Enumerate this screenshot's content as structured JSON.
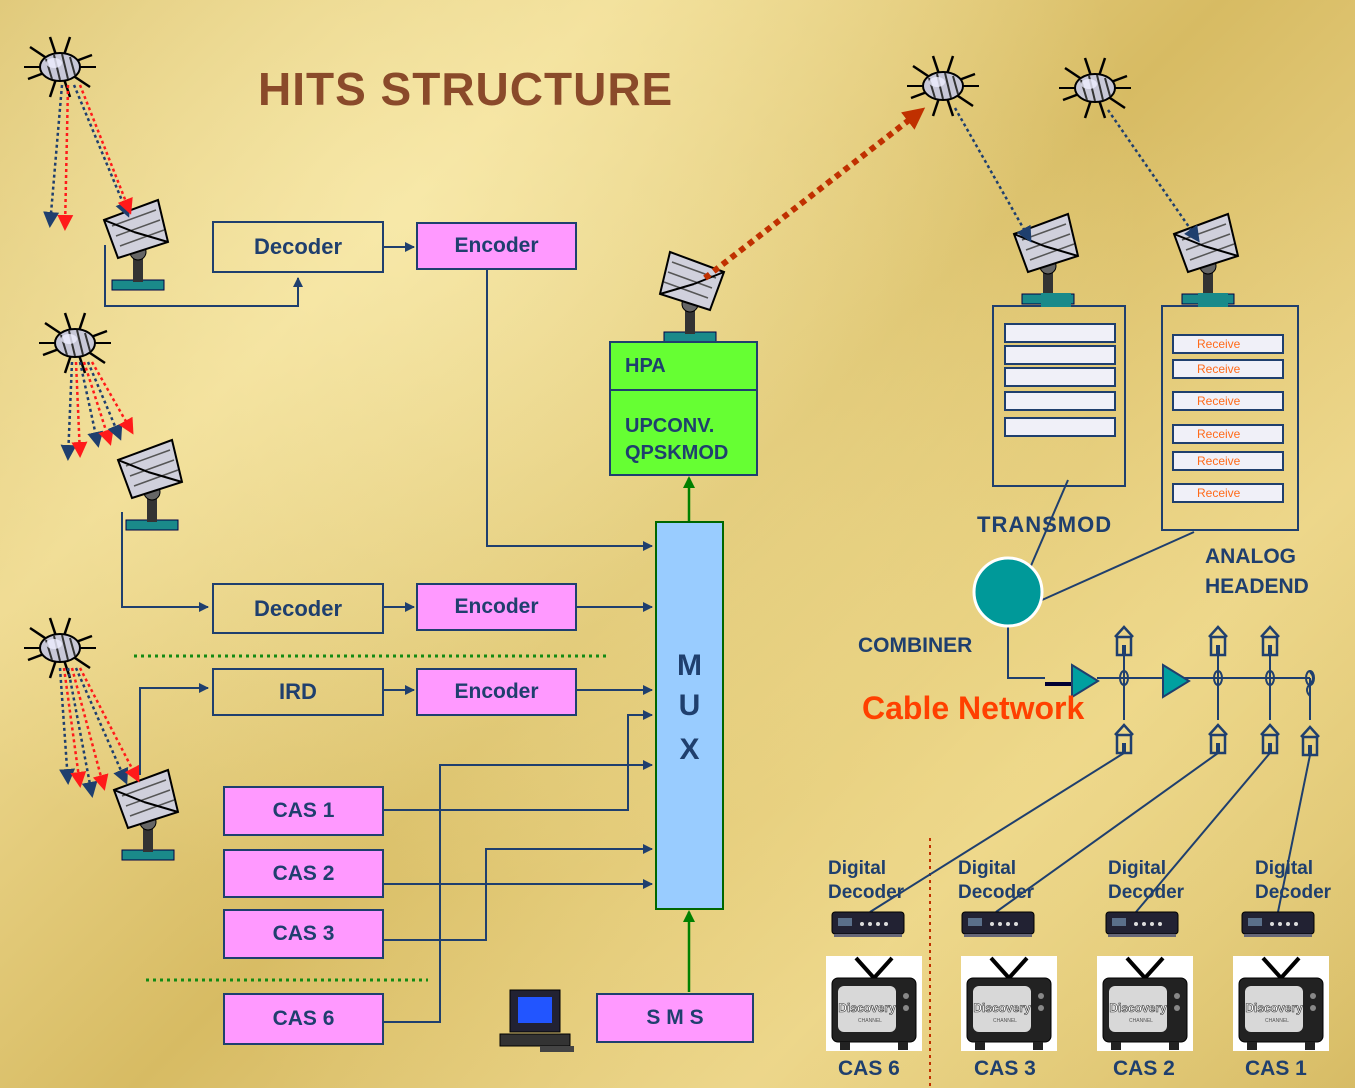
{
  "title": "HITS STRUCTURE",
  "boxes": {
    "decoder1": "Decoder",
    "encoder1": "Encoder",
    "decoder2": "Decoder",
    "encoder2": "Encoder",
    "ird": "IRD",
    "encoder3": "Encoder",
    "cas1": "CAS 1",
    "cas2": "CAS 2",
    "cas3": "CAS 3",
    "cas6": "CAS 6",
    "sms": "S M S"
  },
  "hpa": {
    "hpa": "HPA",
    "upconv": "UPCONV.",
    "qpskmod": "QPSKMOD"
  },
  "mux": {
    "m": "M",
    "u": "U",
    "x": "X"
  },
  "labels": {
    "transmod": "TRANSMOD",
    "analog_1": "ANALOG",
    "analog_2": "HEADEND",
    "combiner": "COMBINER",
    "cable_network": "Cable Network",
    "receiver_text": "Receive"
  },
  "receivers": [
    {
      "line1": "Digital",
      "line2": "Decoder",
      "cas": "CAS 6"
    },
    {
      "line1": "Digital",
      "line2": "Decoder",
      "cas": "CAS 3"
    },
    {
      "line1": "Digital",
      "line2": "Decoder",
      "cas": "CAS 2"
    },
    {
      "line1": "Digital",
      "line2": "Decoder",
      "cas": "CAS 1"
    }
  ],
  "tv_screen_text": "Discovery",
  "tv_screen_sub": "CHANNEL",
  "colors": {
    "line": "#1f3f6e",
    "pink_box": "#ff99ff",
    "hpa_green": "#66ff33",
    "mux_blue": "#99ccff",
    "combiner": "#009999",
    "amplifier": "#00a0a0",
    "cable_network": "#ff4000",
    "uplink_beam": "#c03000",
    "down_beam_red": "#ff1a1a"
  },
  "icons": [
    "satellite-icon",
    "dish-antenna-icon",
    "computer-icon",
    "receiver-rack-icon",
    "house-icon",
    "amplifier-icon",
    "set-top-box-icon",
    "tv-icon"
  ]
}
